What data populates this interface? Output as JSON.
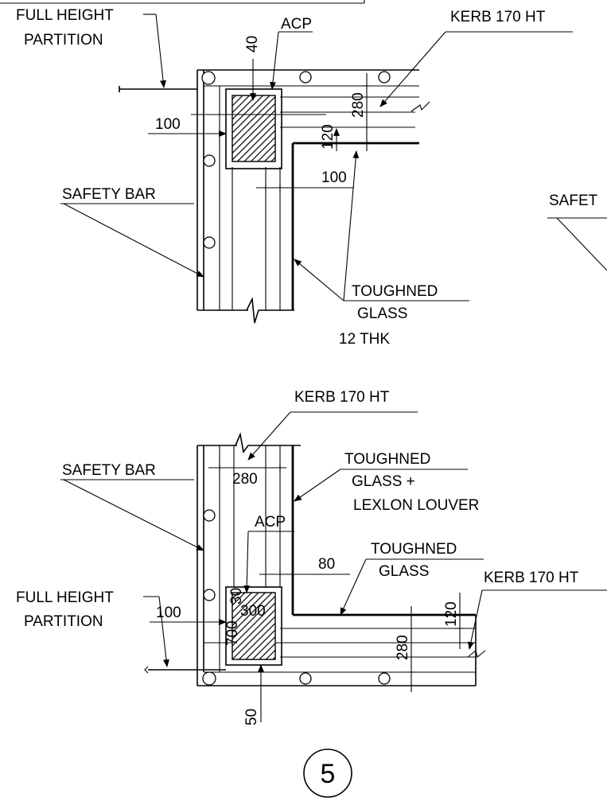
{
  "labels": {
    "full_height": "FULL HEIGHT",
    "partition": "PARTITION",
    "acp": "ACP",
    "kerb": "KERB 170 HT",
    "safety_bar": "SAFETY BAR",
    "safety_bar_cut": "SAFET",
    "toughened": "TOUGHNED",
    "glass": "GLASS",
    "glass_plus": "GLASS +",
    "lexlon": "LEXLON LOUVER",
    "thk": "12 THK"
  },
  "dims": {
    "d40": "40",
    "d100": "100",
    "d120": "120",
    "d280": "280",
    "d80": "80",
    "d50": "50",
    "d300": "300",
    "d700": "700",
    "d30": "30"
  },
  "detail_number": "5"
}
